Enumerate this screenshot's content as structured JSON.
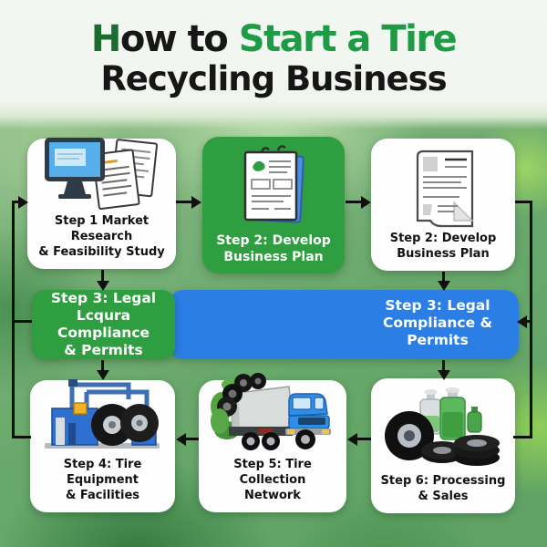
{
  "title": {
    "line1_h": "H",
    "line1_black": "ow to ",
    "line1_green": "Start a Tire",
    "line2": "Recycling Business"
  },
  "colors": {
    "step_green": "#2f9e41",
    "step_blue": "#2a7ee4",
    "title_green": "#1f9b45",
    "title_dark_green": "#1c6b31",
    "text_dark": "#161616",
    "connector_black": "#101010",
    "card_white": "#fdfefd"
  },
  "steps": [
    {
      "id": "step-1",
      "variant": "white",
      "icon": "market-research-computer-icon",
      "lines": [
        "Step 1 Market Research",
        "& Feasibility Study"
      ]
    },
    {
      "id": "step-2-green",
      "variant": "green",
      "icon": "business-plan-clipboard-icon",
      "lines": [
        "Step 2: Develop",
        "Business Plan"
      ]
    },
    {
      "id": "step-2-white",
      "variant": "white",
      "icon": "business-plan-document-icon",
      "lines": [
        "Step 2: Develop",
        "Business Plan"
      ]
    },
    {
      "id": "step-3-left",
      "variant": "green-band",
      "icon": "",
      "lines": [
        "Step 3: Legal",
        "Lcqura Compliance",
        "& Permits"
      ]
    },
    {
      "id": "step-3-right",
      "variant": "blue-band",
      "icon": "",
      "lines": [
        "Step 3: Legal",
        "Compliance &",
        "Permits"
      ]
    },
    {
      "id": "step-4",
      "variant": "white",
      "icon": "tire-equipment-icon",
      "lines": [
        "Step 4: Tire Equipment",
        "& Facilities"
      ]
    },
    {
      "id": "step-5",
      "variant": "white",
      "icon": "tire-collection-truck-icon",
      "lines": [
        "Step 5: Tire Collection",
        "Network"
      ]
    },
    {
      "id": "step-6",
      "variant": "white",
      "icon": "processing-sales-icon",
      "lines": [
        "Step 6: Processing",
        "& Sales"
      ]
    }
  ]
}
